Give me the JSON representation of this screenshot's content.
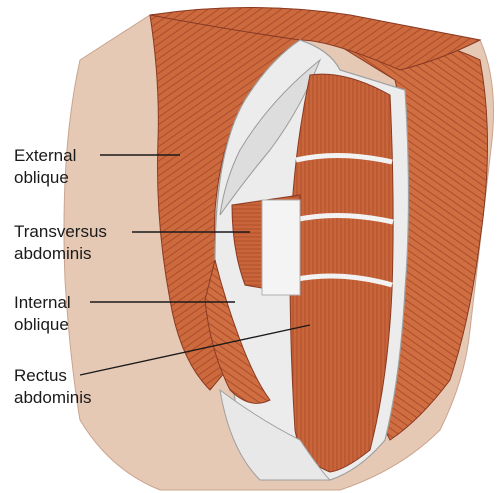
{
  "labels": {
    "external_oblique": "External\noblique",
    "transversus_abdominis": "Transversus\nabdominis",
    "internal_oblique": "Internal\noblique",
    "rectus_abdominis": "Rectus\nabdominis"
  },
  "colors": {
    "muscle": "#c9653a",
    "muscle_dark": "#a8482a",
    "muscle_light": "#de8a5c",
    "fascia": "#ececec",
    "fascia_shadow": "#c9c9c9",
    "skin_edge": "#e3c7b4",
    "line": "#1a1a1a"
  }
}
